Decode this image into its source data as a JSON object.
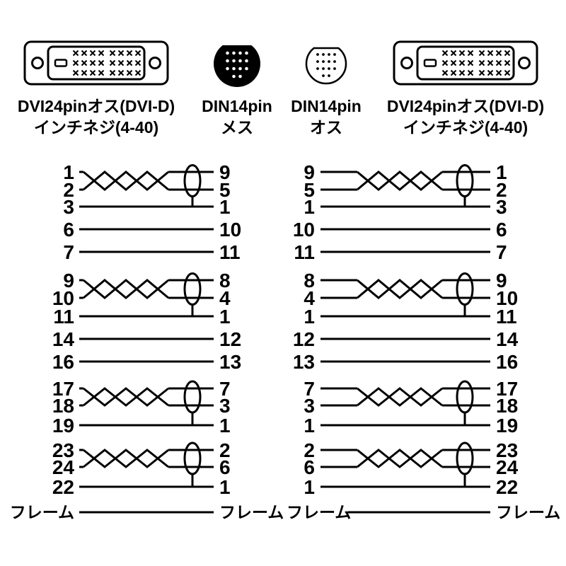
{
  "colors": {
    "ink": "#000000",
    "background": "#ffffff"
  },
  "connectors": [
    {
      "type": "dvi-24pin-male",
      "label_line1": "DVI24pinオス(DVI-D)",
      "label_line2": "インチネジ(4-40)"
    },
    {
      "type": "din-14pin-female",
      "label_line1": "DIN14pin",
      "label_line2": "メス"
    },
    {
      "type": "din-14pin-male",
      "label_line1": "DIN14pin",
      "label_line2": "オス"
    },
    {
      "type": "dvi-24pin-male",
      "label_line1": "DVI24pinオス(DVI-D)",
      "label_line2": "インチネジ(4-40)"
    }
  ],
  "diagrams": [
    {
      "side": "left",
      "rows": [
        {
          "left": "1",
          "right": "9",
          "twist": "top"
        },
        {
          "left": "2",
          "right": "5",
          "twist": "bottom"
        },
        {
          "left": "3",
          "right": "1",
          "drain": true
        },
        {
          "left": "6",
          "right": "10"
        },
        {
          "left": "7",
          "right": "11"
        },
        {
          "left": "9",
          "right": "8",
          "twist": "top"
        },
        {
          "left": "10",
          "right": "4",
          "twist": "bottom"
        },
        {
          "left": "11",
          "right": "1",
          "drain": true
        },
        {
          "left": "14",
          "right": "12"
        },
        {
          "left": "16",
          "right": "13"
        },
        {
          "left": "17",
          "right": "7",
          "twist": "top"
        },
        {
          "left": "18",
          "right": "3",
          "twist": "bottom"
        },
        {
          "left": "19",
          "right": "1",
          "drain": true
        },
        {
          "left": "23",
          "right": "2",
          "twist": "top"
        },
        {
          "left": "24",
          "right": "6",
          "twist": "bottom"
        },
        {
          "left": "22",
          "right": "1",
          "drain": true
        },
        {
          "left": "フレーム",
          "right": "フレーム",
          "frame": true
        }
      ]
    },
    {
      "side": "right",
      "rows": [
        {
          "left": "9",
          "right": "1",
          "twist": "top"
        },
        {
          "left": "5",
          "right": "2",
          "twist": "bottom"
        },
        {
          "left": "1",
          "right": "3",
          "drain": true
        },
        {
          "left": "10",
          "right": "6"
        },
        {
          "left": "11",
          "right": "7"
        },
        {
          "left": "8",
          "right": "9",
          "twist": "top"
        },
        {
          "left": "4",
          "right": "10",
          "twist": "bottom"
        },
        {
          "left": "1",
          "right": "11",
          "drain": true
        },
        {
          "left": "12",
          "right": "14"
        },
        {
          "left": "13",
          "right": "16"
        },
        {
          "left": "7",
          "right": "17",
          "twist": "top"
        },
        {
          "left": "3",
          "right": "18",
          "twist": "bottom"
        },
        {
          "left": "1",
          "right": "19",
          "drain": true
        },
        {
          "left": "2",
          "right": "23",
          "twist": "top"
        },
        {
          "left": "6",
          "right": "24",
          "twist": "bottom"
        },
        {
          "left": "1",
          "right": "22",
          "drain": true
        },
        {
          "left": "フレーム",
          "right": "フレーム",
          "frame": true
        }
      ]
    }
  ]
}
